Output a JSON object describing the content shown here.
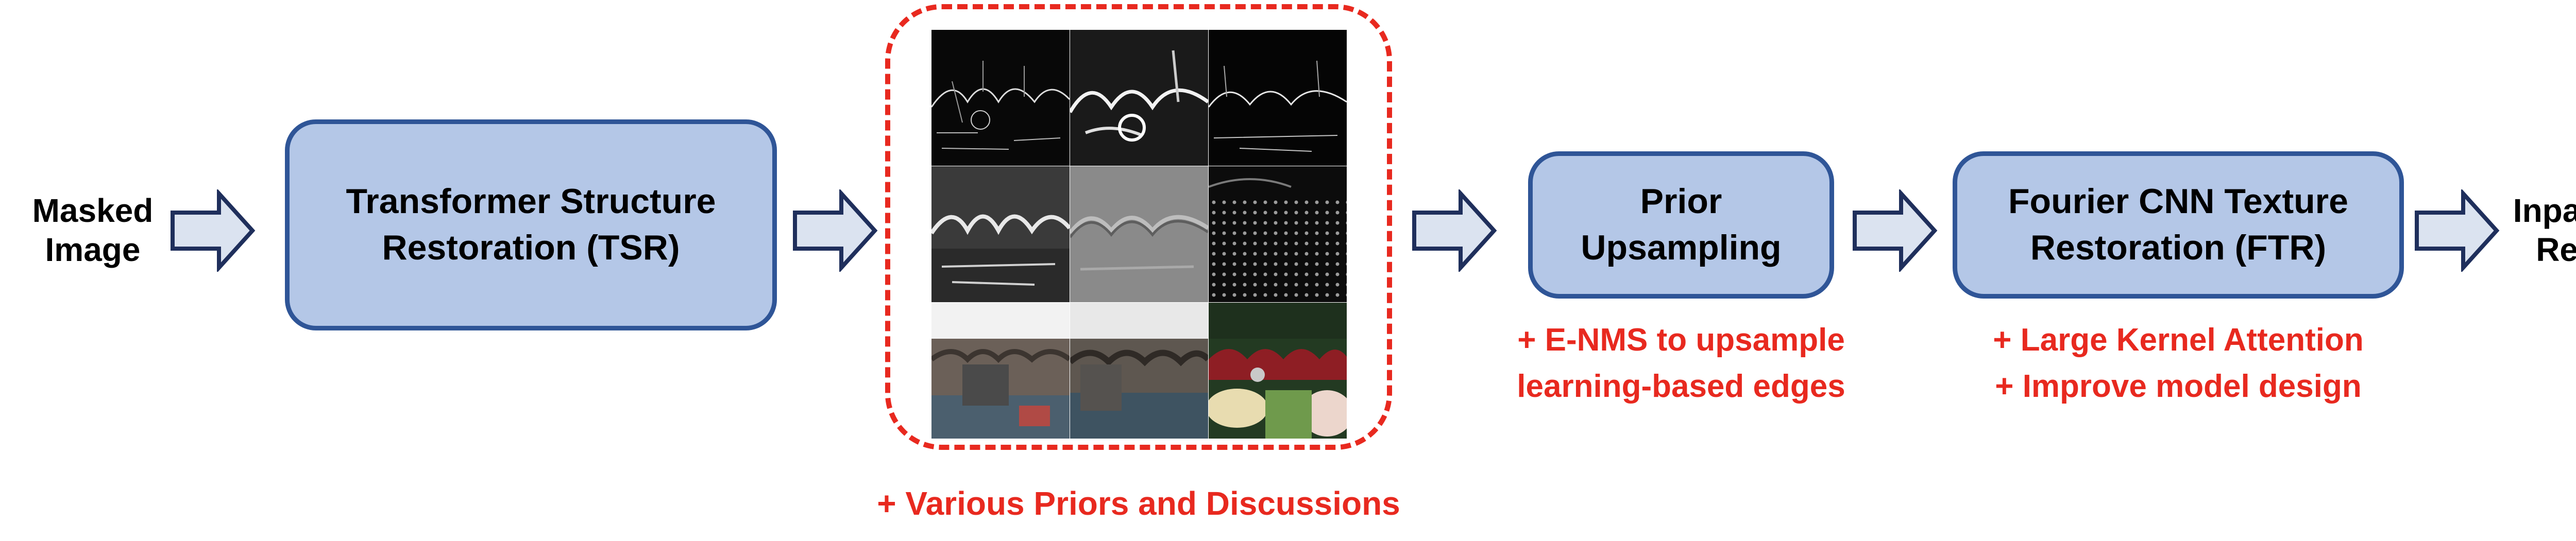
{
  "input": {
    "line1": "Masked",
    "line2": "Image"
  },
  "output": {
    "line1": "Inpainted",
    "line2": "Result"
  },
  "tsr": {
    "line1": "Transformer Structure",
    "line2": "Restoration (TSR)"
  },
  "prior": {
    "line1": "Prior",
    "line2": "Upsampling",
    "note1": "+ E-NMS to upsample",
    "note2": "learning-based edges"
  },
  "ftr": {
    "line1": "Fourier CNN Texture",
    "line2": "Restoration (FTR)",
    "note1": "+ Large Kernel Attention",
    "note2": "+ Improve model design"
  },
  "priors_panel": {
    "caption": "+ Various Priors and Discussions"
  },
  "colors": {
    "box_fill": "#b4c7e7",
    "box_border": "#2f5597",
    "arrow_border": "#1f2f5c",
    "accent_red": "#e8291f"
  }
}
